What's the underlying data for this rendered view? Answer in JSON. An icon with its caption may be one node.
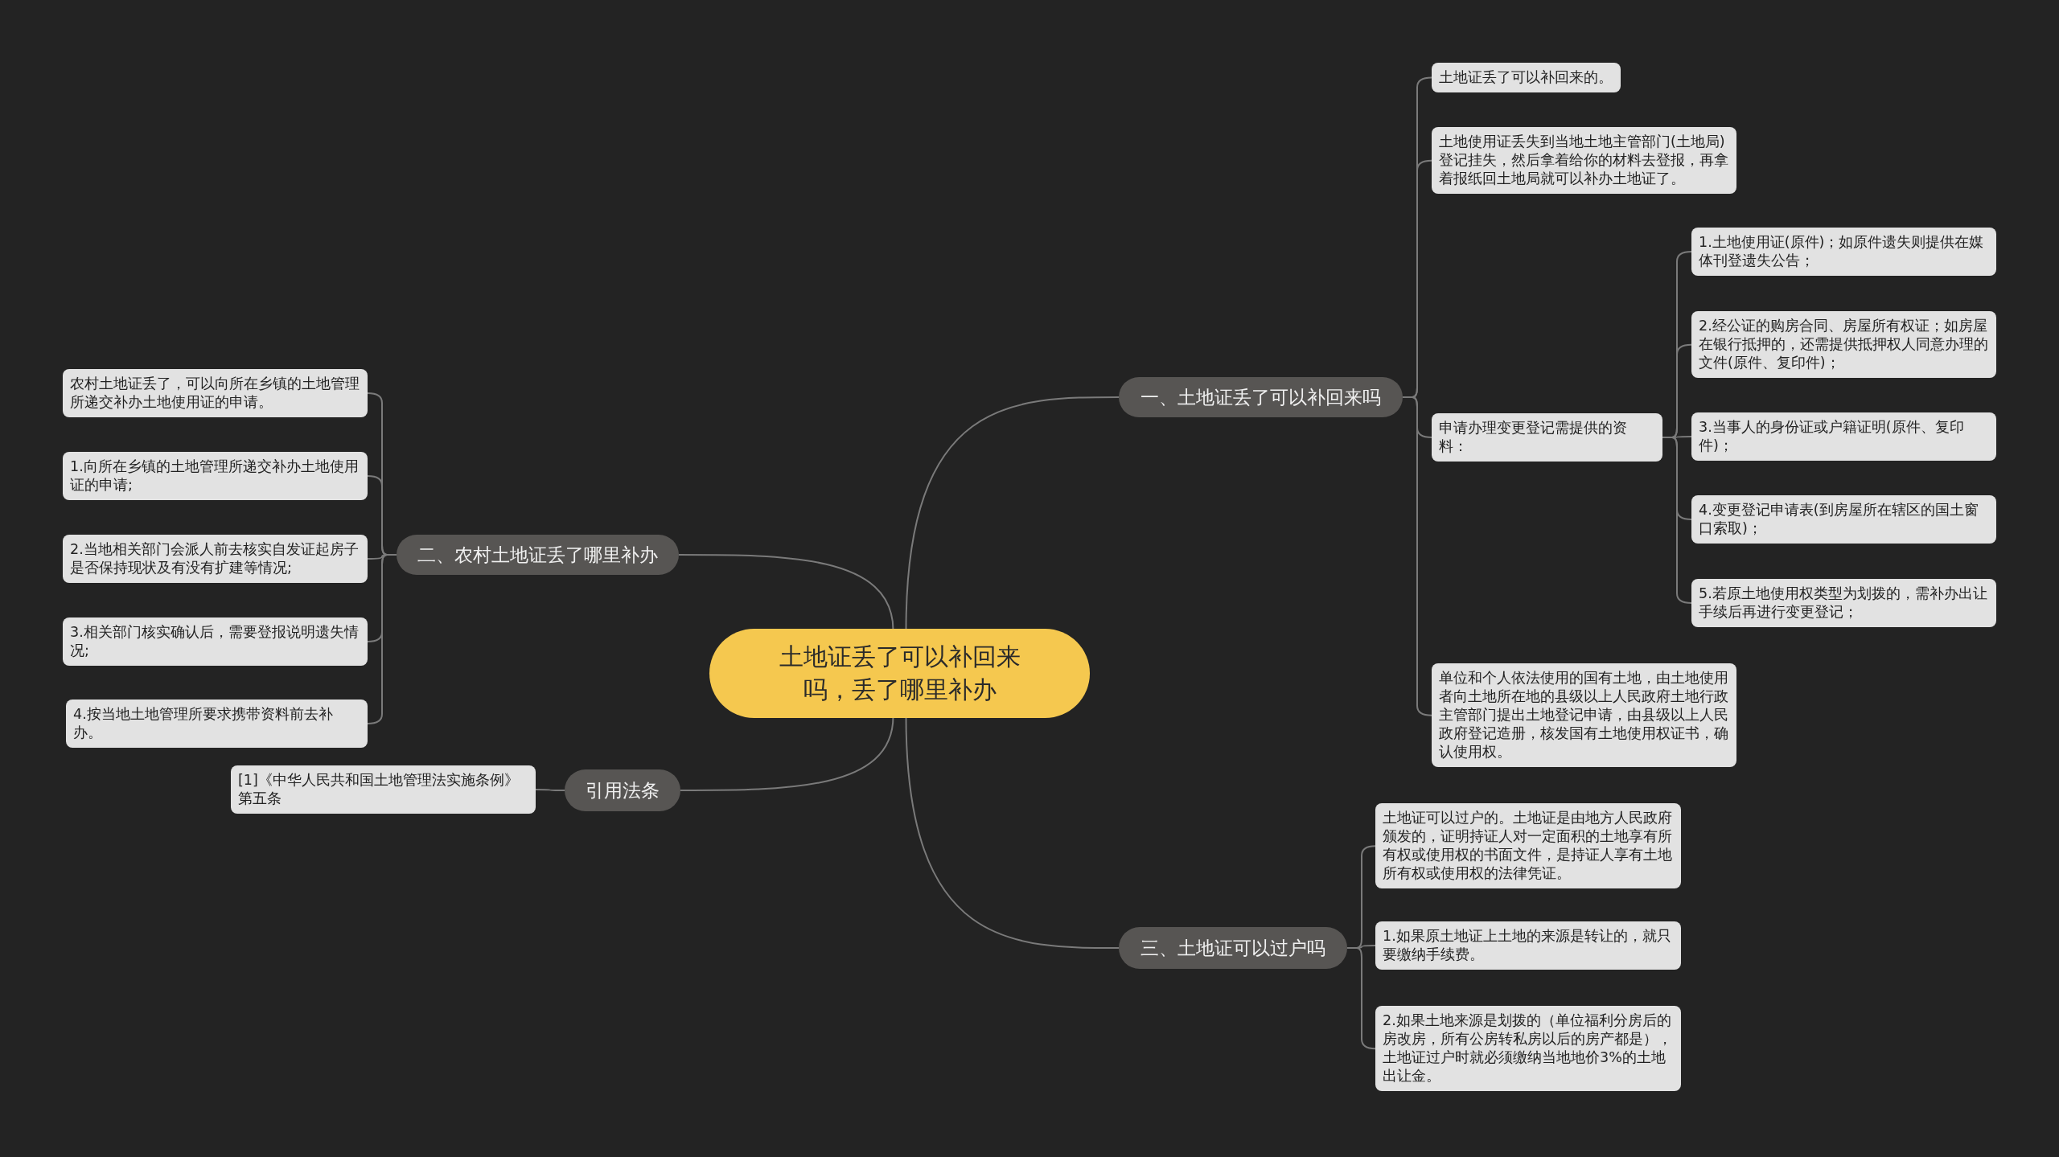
{
  "diagram": {
    "nodes": [
      {
        "text": [
          "土地证丢了可以补回来吗，丢了哪里补办"
        ]
      },
      {
        "text": [
          "一、土地证丢了可以补回来吗"
        ]
      },
      {
        "text": [
          "二、农村土地证丢了哪里补办"
        ]
      },
      {
        "text": [
          "引用法条"
        ]
      },
      {
        "text": [
          "三、土地证可以过户吗"
        ]
      },
      {
        "text": [
          "土地证丢了可以补回来的。"
        ]
      },
      {
        "text": [
          "土地使用证丢失到当地土地主管部门(土地局)登记挂失，然后拿着给你的材料去登报，再拿着报纸回土地局就可以补办土地证了。"
        ]
      },
      {
        "text": [
          "申请办理变更登记需提供的资料："
        ]
      },
      {
        "text": [
          "1.土地使用证(原件)；如原件遗失则提供在媒体刊登遗失公告；"
        ]
      },
      {
        "text": [
          "2.经公证的购房合同、房屋所有权证；如房屋在银行抵押的，还需提供抵押权人同意办理的文件(原件、复印件)；"
        ]
      },
      {
        "text": [
          "3.当事人的身份证或户籍证明(原件、复印件)；"
        ]
      },
      {
        "text": [
          "4.变更登记申请表(到房屋所在辖区的国土窗口索取)；"
        ]
      },
      {
        "text": [
          "5.若原土地使用权类型为划拨的，需补办出让手续后再进行变更登记；"
        ]
      },
      {
        "text": [
          "单位和个人依法使用的国有土地，由土地使用者向土地所在地的县级以上人民政府土地行政主管部门提出土地登记申请，由县级以上人民政府登记造册，核发国有土地使用权证书，确认使用权。"
        ]
      },
      {
        "text": [
          "农村土地证丢了，可以向所在乡镇的土地管理所递交补办土地使用证的申请。"
        ]
      },
      {
        "text": [
          "1.向所在乡镇的土地管理所递交补办土地使用证的申请;"
        ]
      },
      {
        "text": [
          "2.当地相关部门会派人前去核实自发证起房子是否保持现状及有没有扩建等情况;"
        ]
      },
      {
        "text": [
          "3.相关部门核实确认后，需要登报说明遗失情况;"
        ]
      },
      {
        "text": [
          "4.按当地土地管理所要求携带资料前去补办。"
        ]
      },
      {
        "text": [
          "[1]《中华人民共和国土地管理法实施条例》第五条"
        ]
      },
      {
        "text": [
          "土地证可以过户的。土地证是由地方人民政府颁发的，证明持证人对一定面积的土地享有所有权或使用权的书面文件，是持证人享有土地所有权或使用权的法律凭证。"
        ]
      },
      {
        "text": [
          "1.如果原土地证上土地的来源是转让的，就只要缴纳手续费。"
        ]
      },
      {
        "text": [
          "2.如果土地来源是划拨的（单位福利分房后的房改房，所有公房转私房以后的房产都是），土地证过户时就必须缴纳当地地价3%的土地出让金。"
        ]
      }
    ],
    "edges": [
      {
        "from": 0,
        "to": 1,
        "arrow": "none"
      },
      {
        "from": 0,
        "to": 2,
        "arrow": "none"
      },
      {
        "from": 0,
        "to": 3,
        "arrow": "none"
      },
      {
        "from": 0,
        "to": 4,
        "arrow": "none"
      },
      {
        "from": 1,
        "to": 5,
        "arrow": "none"
      },
      {
        "from": 1,
        "to": 6,
        "arrow": "none"
      },
      {
        "from": 1,
        "to": 7,
        "arrow": "none"
      },
      {
        "from": 7,
        "to": 8,
        "arrow": "none"
      },
      {
        "from": 7,
        "to": 9,
        "arrow": "none"
      },
      {
        "from": 7,
        "to": 10,
        "arrow": "none"
      },
      {
        "from": 7,
        "to": 11,
        "arrow": "none"
      },
      {
        "from": 7,
        "to": 12,
        "arrow": "none"
      },
      {
        "from": 1,
        "to": 13,
        "arrow": "none"
      },
      {
        "from": 2,
        "to": 14,
        "arrow": "none"
      },
      {
        "from": 2,
        "to": 15,
        "arrow": "none"
      },
      {
        "from": 2,
        "to": 16,
        "arrow": "none"
      },
      {
        "from": 2,
        "to": 17,
        "arrow": "none"
      },
      {
        "from": 2,
        "to": 18,
        "arrow": "none"
      },
      {
        "from": 3,
        "to": 19,
        "arrow": "none"
      },
      {
        "from": 4,
        "to": 20,
        "arrow": "none"
      },
      {
        "from": 4,
        "to": 21,
        "arrow": "none"
      },
      {
        "from": 4,
        "to": 22,
        "arrow": "none"
      }
    ]
  }
}
